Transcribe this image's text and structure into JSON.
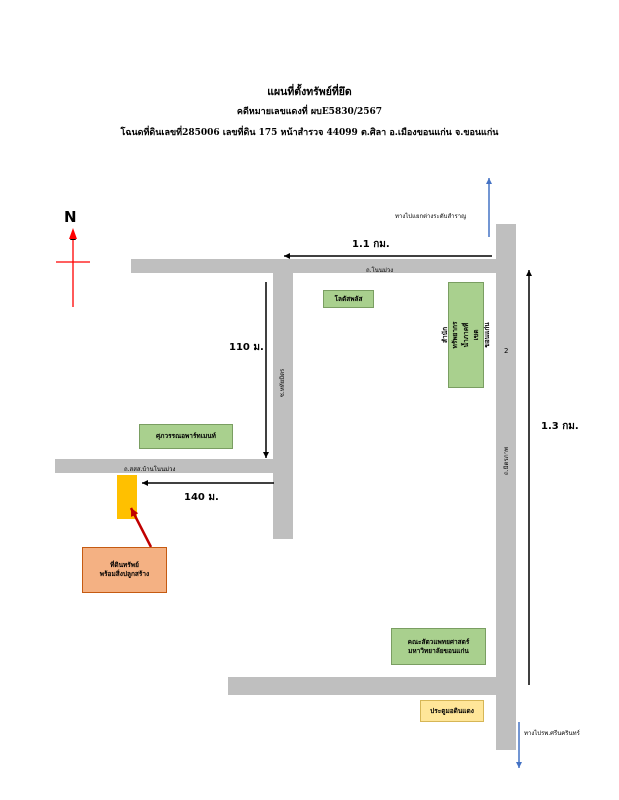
{
  "header": {
    "title": "แผนที่ตั้งทรัพย์ที่ยึด",
    "case_line": "คดีหมายเลขแดงที่ ผบE5830/2567",
    "deed_line": "โฉนดที่ดินเลขที่285006  เลขที่ดิน 175 หน้าสำรวจ 44099 ต.ศิลา อ.เมืองขอนแก่น จ.ขอนแก่น"
  },
  "north_label": "N",
  "directions": {
    "to_top": "ทางไปแยกต่างระดับสำราญ",
    "to_bottom": "ทางไปรพ.ศรีนครินทร์"
  },
  "roads": {
    "top_road": "ถ.โนนม่วง",
    "left_vertical": "ซ.หทัยมิตร",
    "left_road": "ถ.สสส.บ้านโนนม่วง",
    "right_vertical": "ถ.มิตรภาพ",
    "right_number": "2"
  },
  "distances": {
    "top": "1.1 กม.",
    "left_vertical": "110 ม.",
    "right": "1.3 กม.",
    "bottom_left": "140 ม."
  },
  "landmarks": {
    "lotus": "โลตัสพลัส",
    "regional_office": "สำนักทรัพยากรน้ำภาคที่ เขตขอนแก่น",
    "jewelry": "ศุภวรรณอพาร์ทเมนท์",
    "vet_faculty": "คณะสัตวแพทยศาสตร์ มหาวิทยาลัยขอนแก่น",
    "gate": "ประตูมอดินแดง"
  },
  "property": {
    "label_line1": "ที่ดินทรัพย์",
    "label_line2": "พร้อมสิ่งปลูกสร้าง"
  },
  "colors": {
    "road": "#bfbfbf",
    "green_box": "#a9d08e",
    "property_fill": "#ffc000",
    "property_label": "#f4b183",
    "gate_fill": "#ffe699",
    "north_arrow": "#ff0000",
    "direction_arrow": "#4472c4"
  }
}
